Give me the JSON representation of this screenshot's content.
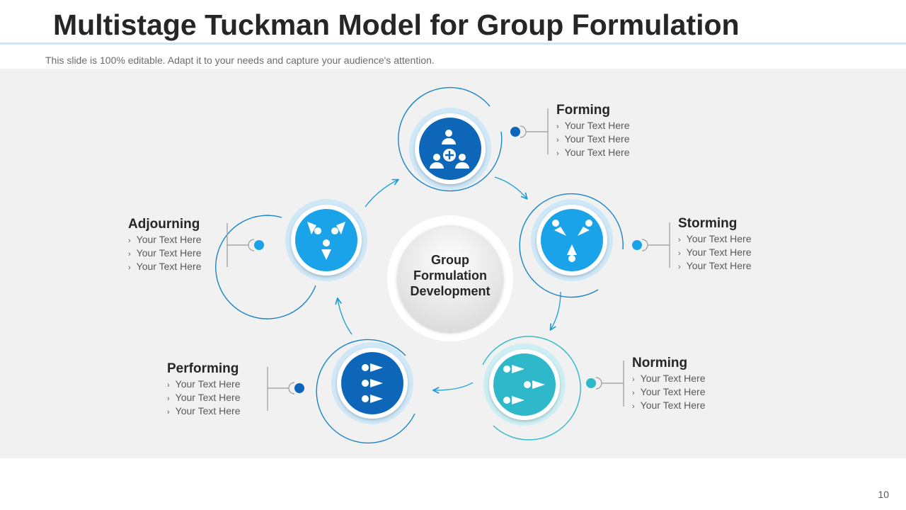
{
  "slide": {
    "title": "Multistage Tuckman Model for Group Formulation",
    "subtitle": "This slide is 100% editable. Adapt it to your needs and capture your audience's attention.",
    "page_number": "10"
  },
  "center": {
    "lines": [
      "Group",
      "Formulation",
      "Development"
    ]
  },
  "stages": [
    {
      "title": "Forming",
      "items": [
        "Your Text Here",
        "Your Text Here",
        "Your Text Here"
      ],
      "color": "#0e66b8",
      "icon": "team-add-icon"
    },
    {
      "title": "Storming",
      "items": [
        "Your Text Here",
        "Your Text Here",
        "Your Text Here"
      ],
      "color": "#1aa3e8",
      "icon": "converging-arrows-icon"
    },
    {
      "title": "Norming",
      "items": [
        "Your Text Here",
        "Your Text Here",
        "Your Text Here"
      ],
      "color": "#2eb8c9",
      "icon": "flow-arrows-icon"
    },
    {
      "title": "Performing",
      "items": [
        "Your Text Here",
        "Your Text Here",
        "Your Text Here"
      ],
      "color": "#0e66b8",
      "icon": "parallel-arrows-icon"
    },
    {
      "title": "Adjourning",
      "items": [
        "Your Text Here",
        "Your Text Here",
        "Your Text Here"
      ],
      "color": "#1aa3e8",
      "icon": "diverging-arrows-icon"
    }
  ]
}
